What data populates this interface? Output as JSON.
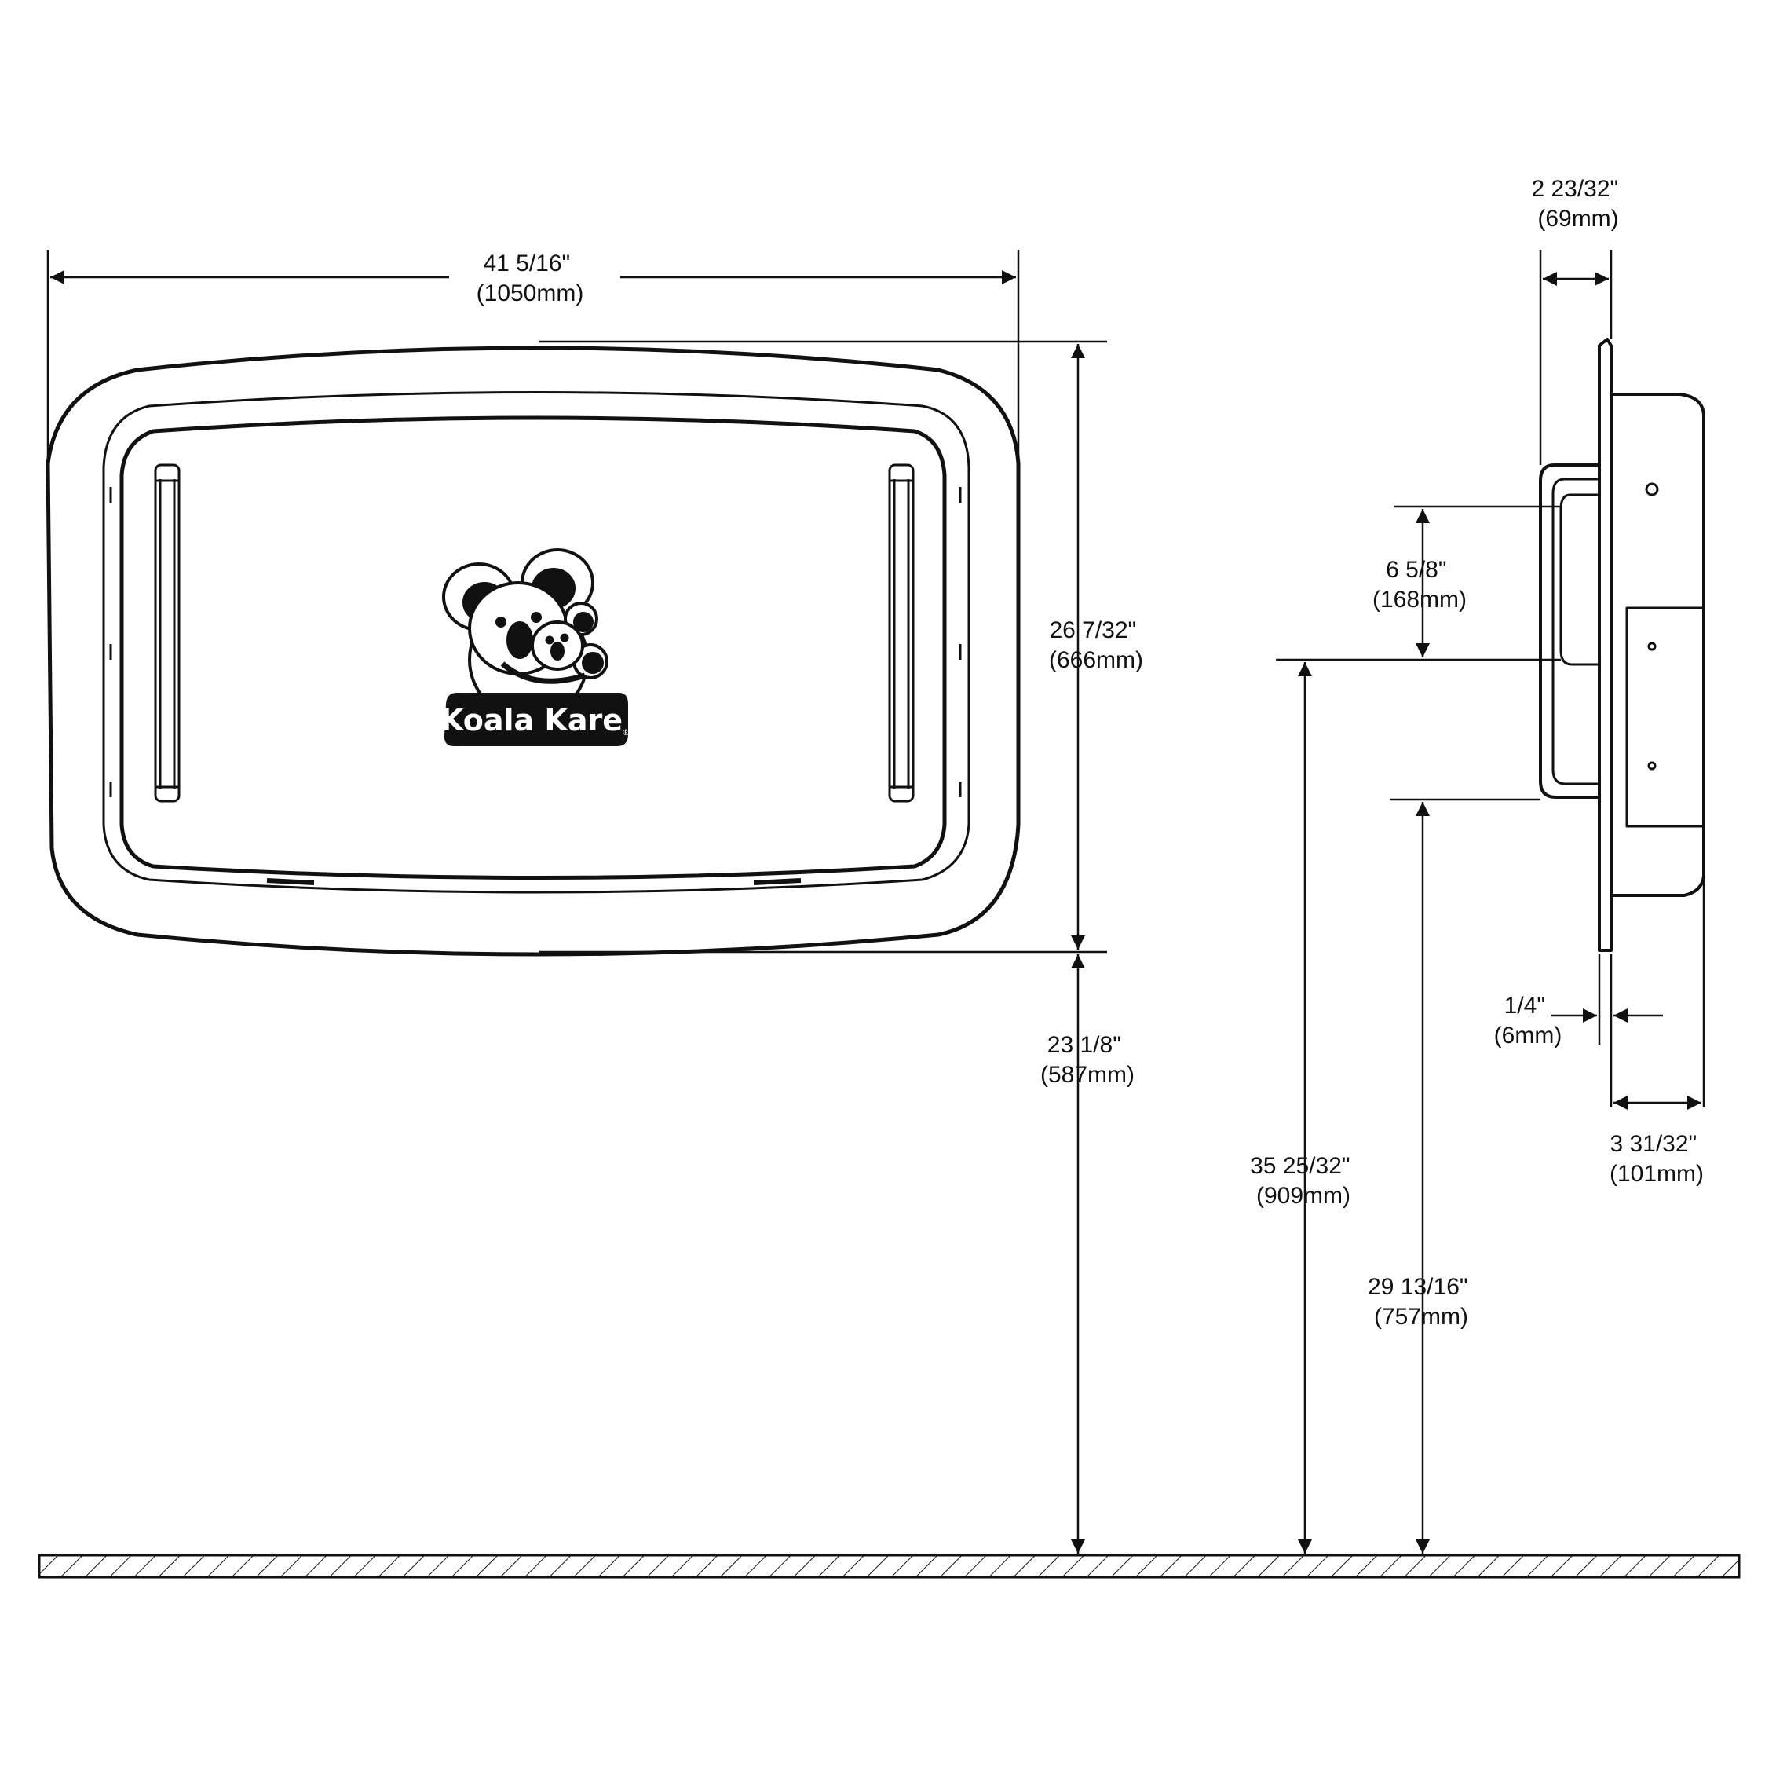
{
  "colors": {
    "ink": "#111111",
    "paper": "#ffffff"
  },
  "brand": {
    "name": "Koala Kare",
    "mark": "®"
  },
  "dimensions": {
    "overall_width": {
      "imperial": "41 5/16\"",
      "metric": "(1050mm)"
    },
    "overall_height": {
      "imperial": "26 7/32\"",
      "metric": "(666mm)"
    },
    "bottom_to_floor": {
      "imperial": "23 1/8\"",
      "metric": "(587mm)"
    },
    "depth_closed": {
      "imperial": "2 23/32\"",
      "metric": "(69mm)"
    },
    "handle_span": {
      "imperial": "6 5/8\"",
      "metric": "(168mm)"
    },
    "handle_top_height": {
      "imperial": "35 25/32\"",
      "metric": "(909mm)"
    },
    "handle_bottom_height": {
      "imperial": "29 13/16\"",
      "metric": "(757mm)"
    },
    "wall_flange": {
      "imperial": "1/4\"",
      "metric": "(6mm)"
    },
    "recess_depth": {
      "imperial": "3 31/32\"",
      "metric": "(101mm)"
    }
  }
}
